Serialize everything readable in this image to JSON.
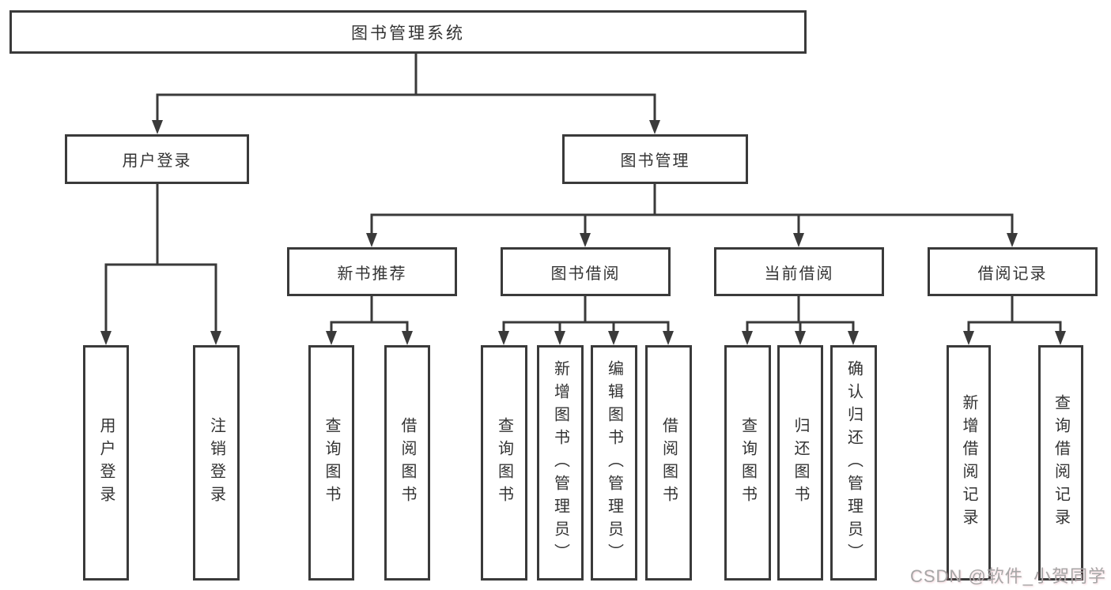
{
  "diagram": {
    "root": {
      "label": "图书管理系统"
    },
    "user_login": {
      "label": "用户登录",
      "children": [
        "用户登录",
        "注销登录"
      ]
    },
    "book_management": {
      "label": "图书管理",
      "sections": [
        {
          "label": "新书推荐",
          "children": [
            "查询图书",
            "借阅图书"
          ]
        },
        {
          "label": "图书借阅",
          "children": [
            "查询图书",
            "新增图书（管理员）",
            "编辑图书（管理员）",
            "借阅图书"
          ]
        },
        {
          "label": "当前借阅",
          "children": [
            "查询图书",
            "归还图书",
            "确认归还（管理员）"
          ]
        },
        {
          "label": "借阅记录",
          "children": [
            "新增借阅记录",
            "查询借阅记录"
          ]
        }
      ]
    },
    "colors": {
      "line": "#3a3a3a",
      "box_border": "#3a3a3a",
      "box_fill": "#ffffff",
      "text": "#333333",
      "background": "#ffffff",
      "watermark_text": "#a6a6a6"
    },
    "watermark": "CSDN @软件_小贺同学"
  }
}
